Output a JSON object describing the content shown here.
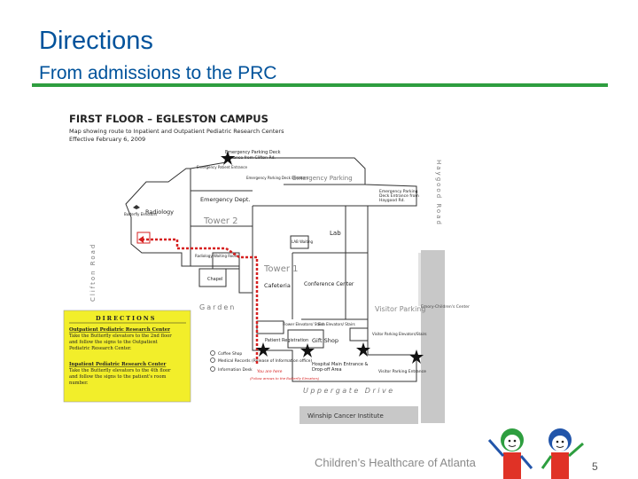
{
  "slide": {
    "title": "Directions",
    "subtitle": "From admissions to the PRC",
    "footer": "Children’s Healthcare of Atlanta",
    "page_number": "5"
  },
  "map": {
    "heading": "FIRST FLOOR – EGLESTON CAMPUS",
    "description_line1": "Map showing route to Inpatient and Outpatient Pediatric Research Centers",
    "description_line2": "Effective February 6, 2009",
    "roads": {
      "haygood": "Haygood Road",
      "clifton": "Clifton Road",
      "uppergate": "Uppergate Drive",
      "garden": "Garden"
    },
    "labels": {
      "emergency_parking_deck": "Emergency Parking Deck",
      "emergency_parking_deck_sub": "Entrance from Clifton Rd.",
      "emergency_patient_entrance": "Emergency Patient Entrance",
      "emergency_parking_deck_elev": "Emergency Parking Deck Elevators",
      "emergency_parking": "Emergency Parking",
      "emergency_parking_deck_entrance_1": "Emergency Parking",
      "emergency_parking_deck_entrance_2": "Deck Entrance from",
      "emergency_parking_deck_entrance_3": "Haygood Rd.",
      "radiology": "Radiology",
      "butterfly_elevators": "Butterfly Elevators",
      "emergency_dept": "Emergency Dept.",
      "tower2": "Tower 2",
      "lab": "Lab",
      "lab_waiting": "LAB Waiting",
      "radiology_waiting": "Radiology Waiting Room",
      "tower1": "Tower 1",
      "chapel": "Chapel",
      "cafeteria": "Cafeteria",
      "conference_center": "Conference Center",
      "visitor_parking": "Visitor Parking",
      "emory_childrens_center": "Emory-Children's Center",
      "flower_elev": "Flower Elevators/ Stairs",
      "fish_elev": "Fish Elevators/ Stairs",
      "gift_shop": "Gift Shop",
      "patient_registration": "Patient Registration",
      "visitor_parking_elev": "Visitor Parking Elevators/Stairs",
      "hospital_main_entrance": "Hospital Main Entrance &",
      "drop_off_area": "Drop-off Area",
      "visitor_parking_entrance": "Visitor Parking Entrance",
      "you_are_here": "You are here",
      "you_are_here_sub": "(Follow arrows to the Butterfly Elevators)",
      "winship": "Winship Cancer Institute"
    },
    "legend": [
      {
        "symbol": "C",
        "text": "Coffee Shop"
      },
      {
        "symbol": "M",
        "text": "Medical Records (Release of Information office)"
      },
      {
        "symbol": "i",
        "text": "Information Desk"
      }
    ],
    "directions_box": {
      "title": "DIRECTIONS",
      "outpatient_heading": "Outpatient Pediatric Research Center",
      "outpatient_text_1": "Take the Butterfly elevators to the 2nd floor",
      "outpatient_text_2": "and follow the signs to the Outpatient",
      "outpatient_text_3": "Pediatric Research Center.",
      "inpatient_heading": "Inpatient Pediatric Research Center",
      "inpatient_text_1": "Take the Butterfly elevators to the 4th floor",
      "inpatient_text_2": "and follow the signs to the patient's room",
      "inpatient_text_3": "number."
    },
    "colors": {
      "route": "#d62020",
      "directions_bg": "#f2ee2a",
      "road": "#c8c8c8",
      "building_line": "#333333",
      "title_blue": "#00529b",
      "rule_green": "#2e9e3f"
    }
  }
}
